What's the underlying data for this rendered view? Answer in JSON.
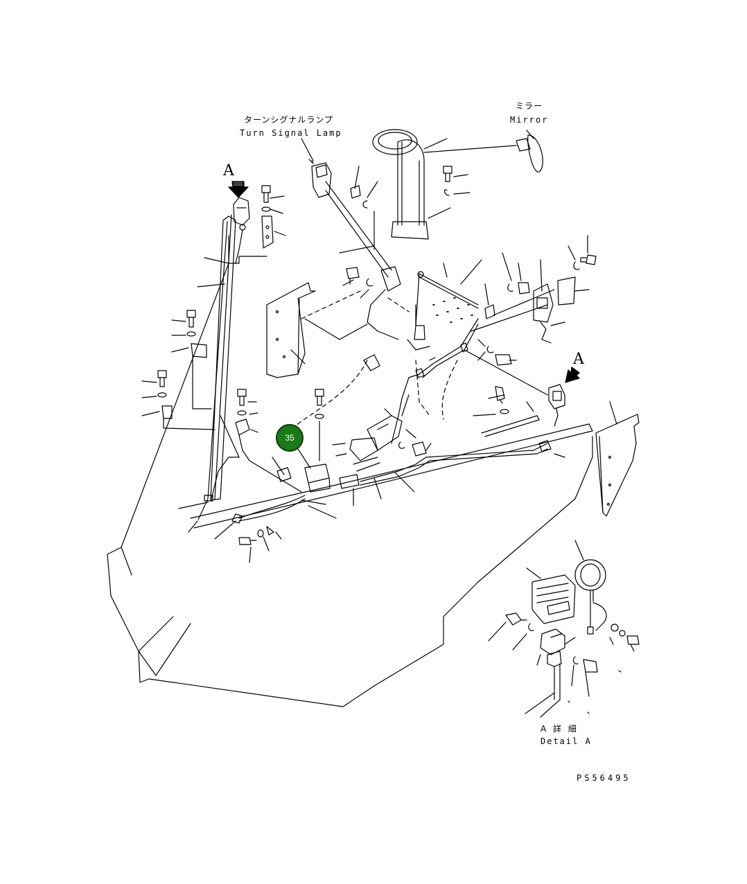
{
  "labels": {
    "turn_signal_jp": "ターンシグナルランプ",
    "turn_signal_en": "Turn Signal Lamp",
    "mirror_jp": "ミラー",
    "mirror_en": "Mirror",
    "arrow_a_left": "A",
    "arrow_a_right": "A",
    "detail_a_jp": "A 詳 細",
    "detail_a_en": "Detail A",
    "drawing_number": "PS56495"
  },
  "callouts": [
    {
      "number": "35"
    }
  ],
  "colors": {
    "line": "#000000",
    "callout_fill": "#1a7a1a",
    "callout_border": "#0d3d0d",
    "callout_text": "#ffffff",
    "background": "#ffffff"
  }
}
